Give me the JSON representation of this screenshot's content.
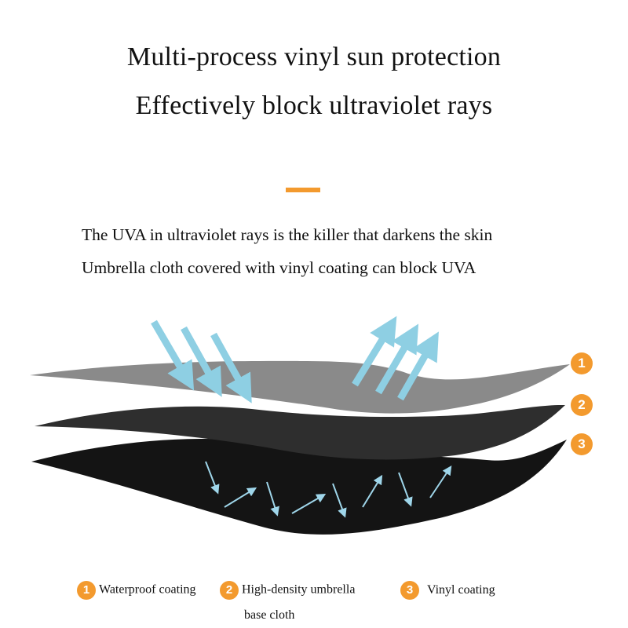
{
  "headline": {
    "line1": "Multi-process vinyl sun protection",
    "line2": "Effectively block ultraviolet rays"
  },
  "description": {
    "line1": "The UVA in ultraviolet rays is the killer that darkens the skin",
    "line2": "Umbrella cloth covered with vinyl coating can block UVA"
  },
  "diagram": {
    "layers": [
      {
        "number": "1",
        "color": "#8a8a8a"
      },
      {
        "number": "2",
        "color": "#2e2e2e"
      },
      {
        "number": "3",
        "color": "#141414"
      }
    ],
    "ray_color": "#8ecfe3",
    "inner_arrow_color": "#9fd6ea"
  },
  "legend": [
    {
      "number": "1",
      "label": "Waterproof coating"
    },
    {
      "number": "2",
      "label_line1": "High-density umbrella",
      "label_line2": "base cloth"
    },
    {
      "number": "3",
      "label": "Vinyl coating"
    }
  ],
  "colors": {
    "accent": "#f39a2e",
    "text": "#111111"
  }
}
